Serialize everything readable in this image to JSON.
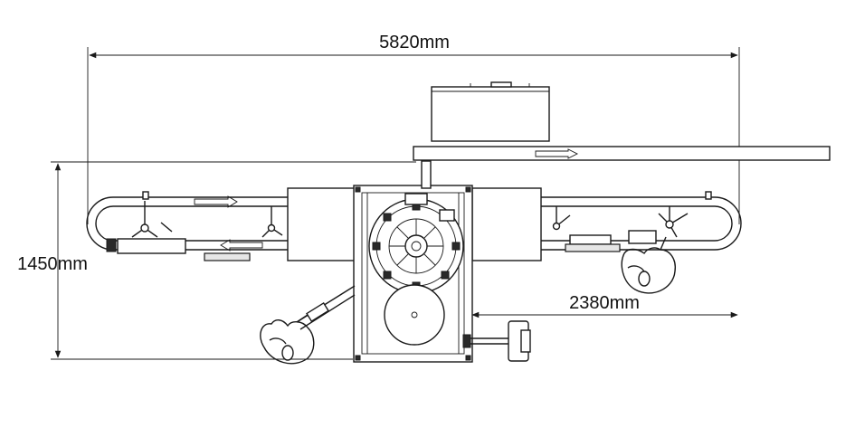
{
  "diagram": {
    "dimensions": {
      "overall_length": "5820mm",
      "overall_width": "1450mm",
      "partial_length": "2380mm"
    },
    "colors": {
      "line": "#1a1a1a",
      "background": "#ffffff"
    }
  }
}
